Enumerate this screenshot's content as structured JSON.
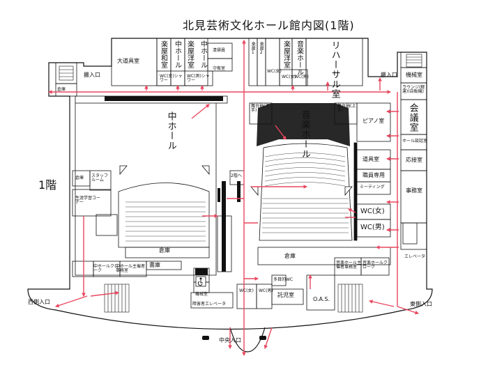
{
  "title": "北見芸術文化ホール館内図(1階)",
  "floor_label": "1階",
  "colors": {
    "route": "#e8475f",
    "wall": "#111111",
    "background": "#ffffff"
  },
  "rooms": {
    "carry_in_left": "搬入口",
    "prop_storage": "大道具室",
    "mid_green_room_jp": "楽屋和室",
    "mid_hall_upper_1": "中ホール",
    "mid_green_room_west": "楽屋洋室",
    "mid_hall_upper_2": "中ホール",
    "cleaning": "清掃員",
    "guard": "守衛室",
    "wc_female_shower": "WC(女)シャワー",
    "wc_male_shower": "WC(男)シャワー",
    "green_room_1": "楽屋1",
    "green_room_2": "楽屋2",
    "music_green_room": "楽屋洋室",
    "music_hall_upper": "音楽ホール",
    "rehearsal": "リハーサル室",
    "music_wc_female": "WC(女)",
    "music_wc_male": "WC(男)",
    "staff_wc": "WC(女)",
    "carry_in_right": "搬入口",
    "machine_room_upper": "機械室",
    "storage_upper_left": "倉庫",
    "mid_hall": "中ホール",
    "stage_left": "舞台袖(下手)",
    "music_hall": "音楽ホール",
    "stage_right": "舞台袖(上手)",
    "piano_room": "ピアノ室",
    "lounge": "ラウンジ(軽運)(自販機)",
    "conference": "会議室",
    "hall_meeting": "ホール談話室",
    "reception": "応接室",
    "tool_room": "道具室",
    "staff_only": "職員専用",
    "meeting": "ミーティング",
    "office": "事務室",
    "wc_female": "WC(女)",
    "wc_male": "WC(男)",
    "storage_small": "倉庫",
    "staff_room": "スタッフルーム",
    "lifelong_learning": "生涯学習コーナー",
    "stairs_to_2f": "2階へ",
    "storage_mid": "倉庫",
    "storage_music": "倉庫",
    "mid_cloak": "中ホールクローク",
    "mid_disabled_seat": "中ホール主催者事務室",
    "library": "書庫",
    "machine_room_lower": "機械室",
    "disabled_elevator": "障害者エレベータ",
    "wc_female_lower": "WC(女)",
    "wc_male_lower": "WC(男)",
    "multi_wc": "多目的WC",
    "nursery": "託児室",
    "music_office": "音楽ホール主催者事務室",
    "music_cloak": "音楽ホールクローク",
    "oas": "O.A.S.",
    "elevator": "エレベータ",
    "west_entrance": "西側入口",
    "east_entrance": "東側入口",
    "central_entrance": "中央入口"
  }
}
